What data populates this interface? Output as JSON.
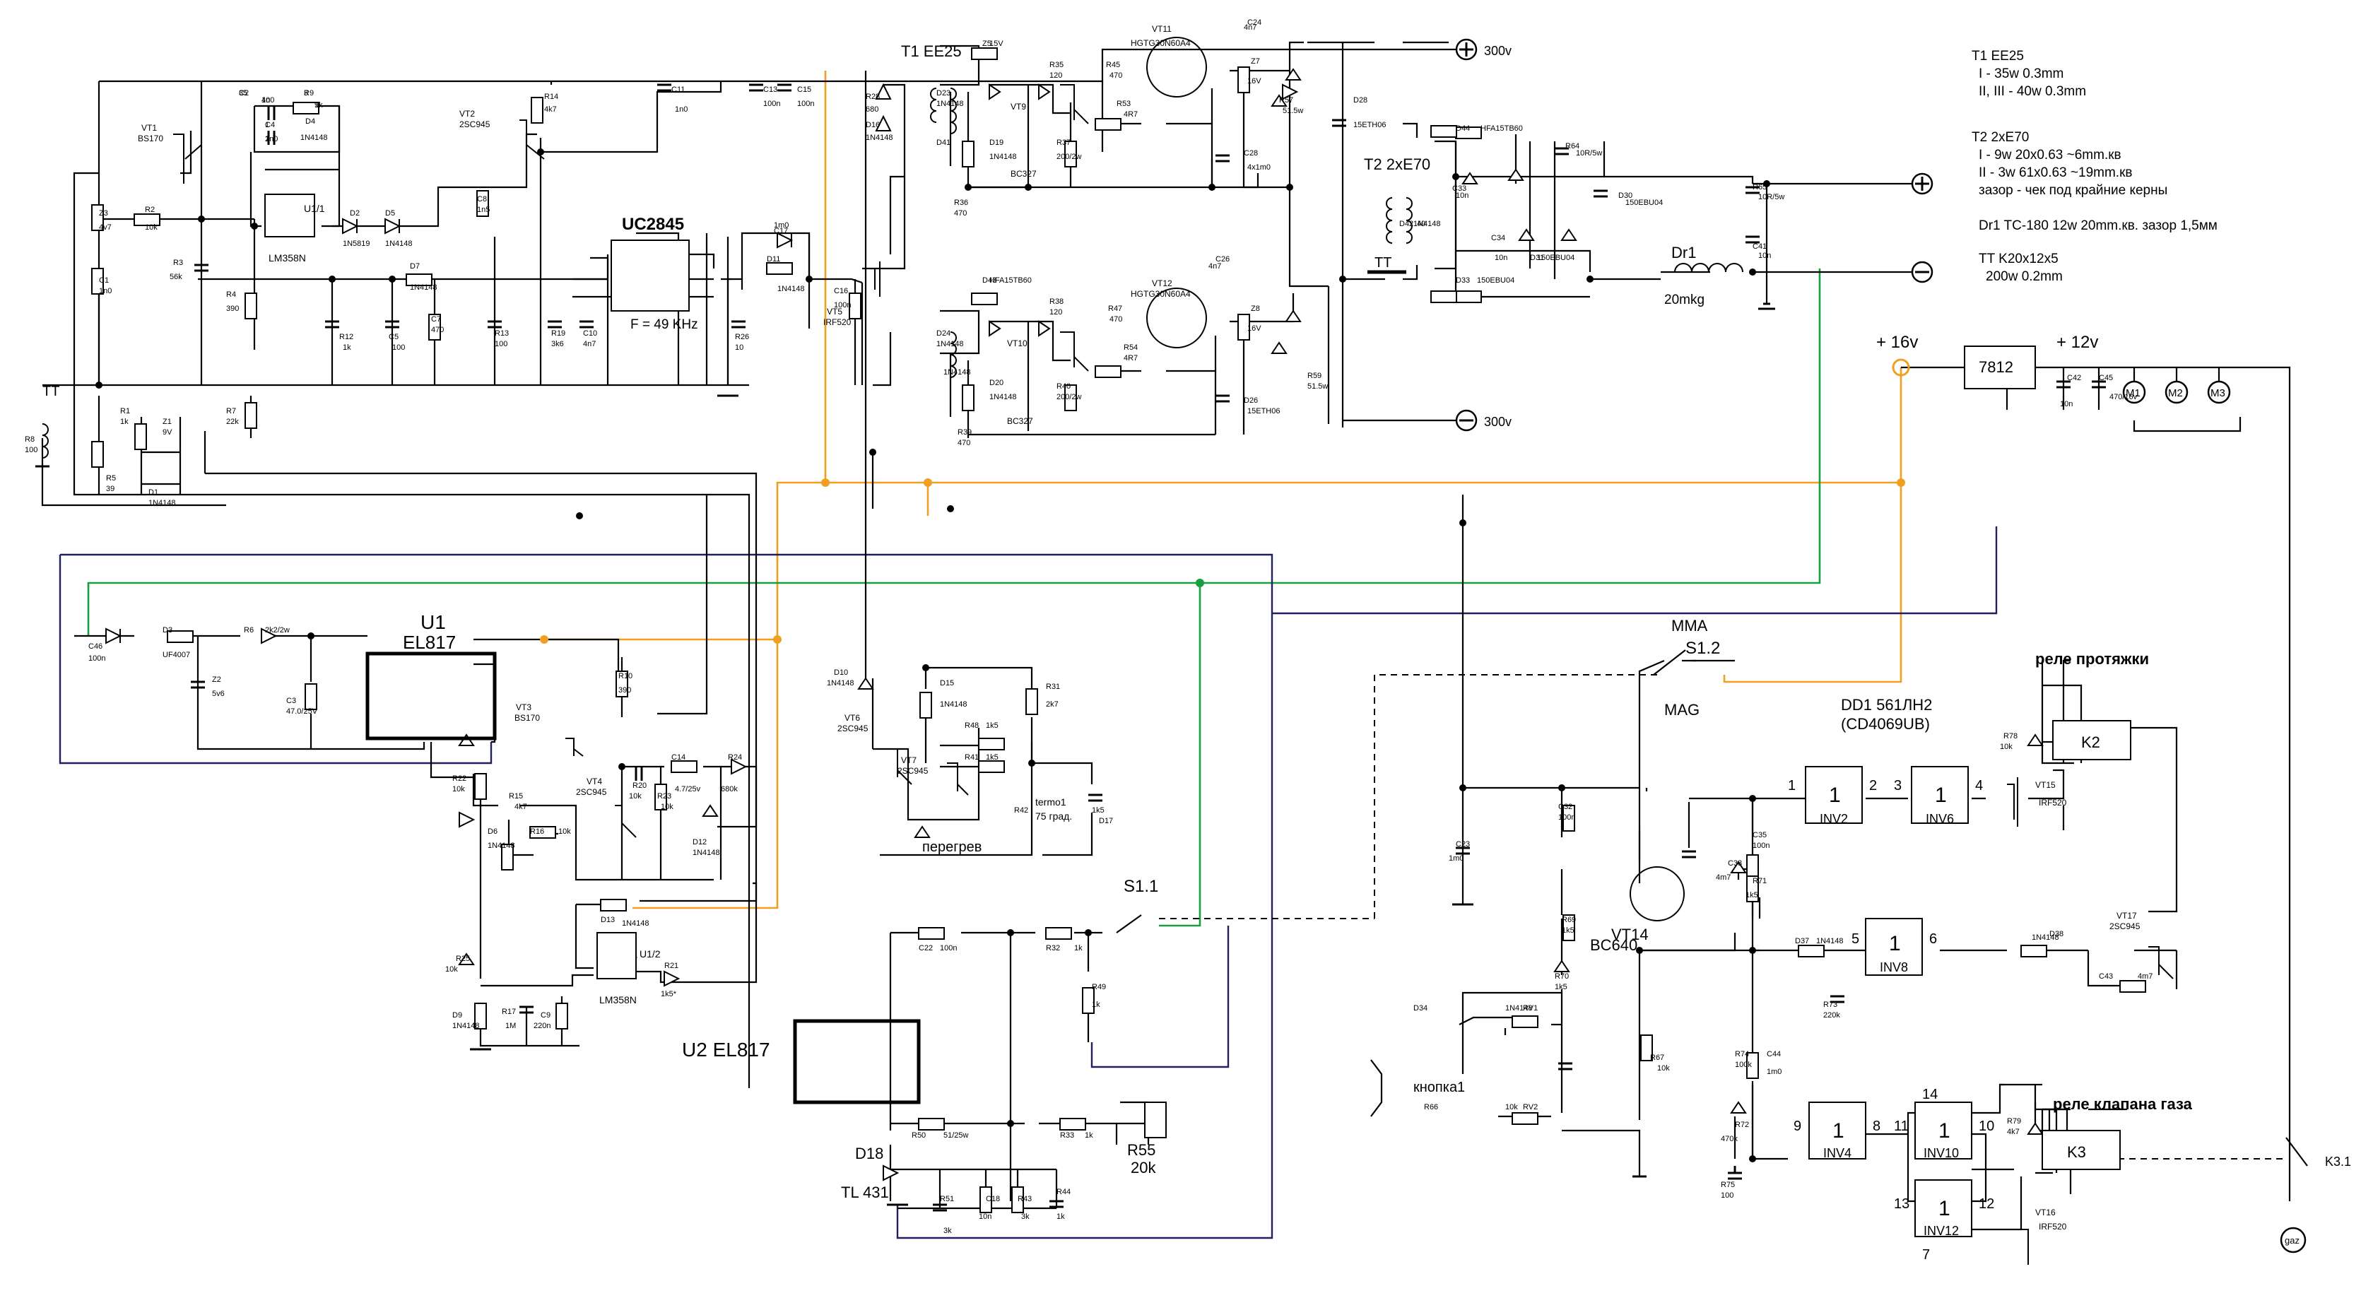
{
  "colors": {
    "orange": "#f0a020",
    "green": "#18a040",
    "navy": "#202060",
    "wire": "#000000"
  },
  "title_blocks": {
    "uc2845": "UC2845",
    "freq": "F = 49 KHz",
    "t1": "T1 EE25",
    "t2": "T2 2xE70",
    "dr1": "Dr1",
    "dr1_val": "20mkg",
    "u1": "U1",
    "u1_part": "EL817",
    "u2": "U2  EL817",
    "tl431": "TL 431",
    "d18": "D18",
    "dd1": "DD1 561ЛН2",
    "dd1_b": "(CD4069UB)",
    "reg": "7812",
    "v16": "+ 16v",
    "v12": "+ 12v",
    "v300a": "300v",
    "v300b": "300v",
    "tt_left": "TT",
    "tt_mid": "TT"
  },
  "notes": [
    "T1 EE25",
    "I - 35w  0.3mm",
    "II, III - 40w  0.3mm",
    "T2  2xE70",
    "I - 9w   20x0.63   ~6mm.кв",
    "II - 3w   61x0.63   ~19mm.кв",
    "зазор  - чек под крайние керны",
    "Dr1   TC-180  12w  20mm.кв.  зазор 1,5мм",
    "TT  K20x12x5",
    "200w 0.2mm"
  ],
  "switches": {
    "mma": "MMA",
    "s12": "S1.2",
    "mag": "MAG",
    "s11": "S1.1",
    "k31": "K3.1"
  },
  "relays": {
    "k2_title": "реле протяжки",
    "k3_title": "реле клапана газа",
    "k2": "K2",
    "k3": "K3"
  },
  "gates": [
    {
      "name": "INV2",
      "sym": "1",
      "pin_in": "1",
      "pin_out": "2"
    },
    {
      "name": "INV6",
      "sym": "1",
      "pin_in": "3",
      "pin_out": "4"
    },
    {
      "name": "INV8",
      "sym": "1",
      "pin_in": "5",
      "pin_out": "6"
    },
    {
      "name": "INV4",
      "sym": "1",
      "pin_in": "9",
      "pin_out": "8"
    },
    {
      "name": "INV10",
      "sym": "1",
      "pin_in": "11",
      "pin_out": "10"
    },
    {
      "name": "INV12",
      "sym": "1",
      "pin_in": "13",
      "pin_out": "12"
    }
  ],
  "gate_pins": {
    "vdd": "14",
    "gnd": "7"
  },
  "opamps": {
    "u11": "U1/1",
    "u11_part": "LM358N",
    "u21": "U1/2",
    "u21_part": "LM358N"
  },
  "fans": [
    "M1",
    "M2",
    "M3"
  ],
  "gas": "gaz",
  "button": "кнопка1",
  "thermo": [
    "termo1",
    "75 град."
  ],
  "overheat": "перегрев",
  "pot": {
    "name": "R55",
    "val": "20k"
  },
  "transistors": [
    "VT1",
    "BS170",
    "VT2",
    "2SC945",
    "VT3",
    "BS170",
    "VT4",
    "2SC945",
    "VT5",
    "IRF520",
    "VT6",
    "2SC945",
    "VT7",
    "2SC945",
    "VT9",
    "BC327",
    "VT10",
    "BC327",
    "VT11",
    "HGTG30N60A4",
    "VT12",
    "HGTG30N60A4",
    "VT14",
    "BC640",
    "VT15",
    "IRF520",
    "VT16",
    "IRF520",
    "VT17",
    "2SC945"
  ],
  "labels": [
    "C2",
    "1n0",
    "R9",
    "1k",
    "C4",
    "1n0",
    "D4",
    "1N4148",
    "Z3",
    "4v7",
    "R2",
    "10k",
    "R3",
    "56k",
    "C1",
    "1n0",
    "R4",
    "390",
    "R7",
    "22k",
    "R8",
    "100",
    "R1",
    "1k",
    "Z1",
    "9V",
    "R5",
    "39",
    "D1",
    "1N4148",
    "D2",
    "1N5819",
    "D5",
    "1N4148",
    "D7",
    "1N4148",
    "R12",
    "1k",
    "C5",
    "100",
    "C7",
    "470",
    "R13",
    "100",
    "C8",
    "1n5",
    "R14",
    "4k7",
    "R19",
    "3k6",
    "C10",
    "4n7",
    "C11",
    "1n0",
    "C13",
    "100n",
    "C15",
    "100n",
    "C17",
    "1m0",
    "D11",
    "1N4148",
    "R26",
    "10",
    "C16",
    "100n",
    "R28",
    "680",
    "D16",
    "1N4148",
    "Z5",
    "15V",
    "R35",
    "120",
    "D23",
    "1N4148",
    "D19",
    "1N4148",
    "R36",
    "470",
    "R37",
    "200/2w",
    "R45",
    "470",
    "R53",
    "4R7",
    "Z7",
    "16V",
    "R57",
    "51.5w",
    "D28",
    "15ETH06",
    "C28",
    "4x1m0",
    "C24",
    "4n7",
    "D43",
    "HFA15TB60",
    "R38",
    "120",
    "D24",
    "1N4148",
    "D20",
    "1N4148",
    "R39",
    "470",
    "R40",
    "200/2w",
    "R47",
    "470",
    "R54",
    "4R7",
    "Z8",
    "16V",
    "R59",
    "51.5w",
    "D26",
    "15ETH06",
    "C26",
    "4n7",
    "D44",
    "HFA15TB60",
    "R64",
    "10R/5w",
    "C33",
    "10n",
    "D30",
    "150EBU04",
    "C34",
    "10n",
    "D31",
    "150EBU04",
    "D33",
    "150EBU04",
    "R65",
    "10R/5w",
    "C41",
    "10n",
    "C42",
    "10n",
    "C45",
    "470/16v",
    "C46",
    "100n",
    "D3",
    "UF4007",
    "R6",
    "2k2/2w",
    "Z2",
    "5v6",
    "C3",
    "47.0/25V",
    "R10",
    "390",
    "R22",
    "10k",
    "R15",
    "4k7",
    "D6",
    "1N4148",
    "R16",
    "10k",
    "R20",
    "10k",
    "C14",
    "4.7/25v",
    "R23",
    "10k",
    "R24",
    "680k",
    "D12",
    "1N4148",
    "D13",
    "1N4148",
    "R25",
    "10k",
    "D9",
    "1N4148",
    "R17",
    "1M",
    "C9",
    "220n",
    "R21",
    "1k5*",
    "D10",
    "1N4148",
    "D15",
    "1N4148",
    "R31",
    "2k7",
    "R48",
    "1k5",
    "R41",
    "1k5",
    "R42",
    "1k5",
    "D17",
    "C22",
    "100n",
    "R32",
    "1k",
    "R49",
    "1k",
    "R50",
    "51/25w",
    "R33",
    "1k",
    "R51",
    "3k",
    "C18",
    "10n",
    "R43",
    "3k",
    "R44",
    "1k",
    "C23",
    "1m0",
    "C32",
    "100n",
    "R69",
    "1k5",
    "R70",
    "1k5",
    "D34",
    "1N4148",
    "RV1",
    "R66",
    "10k",
    "RV2",
    "R67",
    "10k",
    "C35",
    "100n",
    "R71",
    "1k5",
    "C38",
    "4m7",
    "D37",
    "1N4148",
    "R73",
    "220k",
    "R74",
    "100k",
    "C44",
    "1m0",
    "R72",
    "470k",
    "R75",
    "100",
    "D38",
    "1N4148",
    "C43",
    "4m7",
    "R78",
    "10k",
    "R79",
    "4k7",
    "D41",
    "1N4148",
    "D42",
    "1N4148",
    "40",
    "35",
    "40",
    "3",
    "9",
    "1",
    "2"
  ]
}
